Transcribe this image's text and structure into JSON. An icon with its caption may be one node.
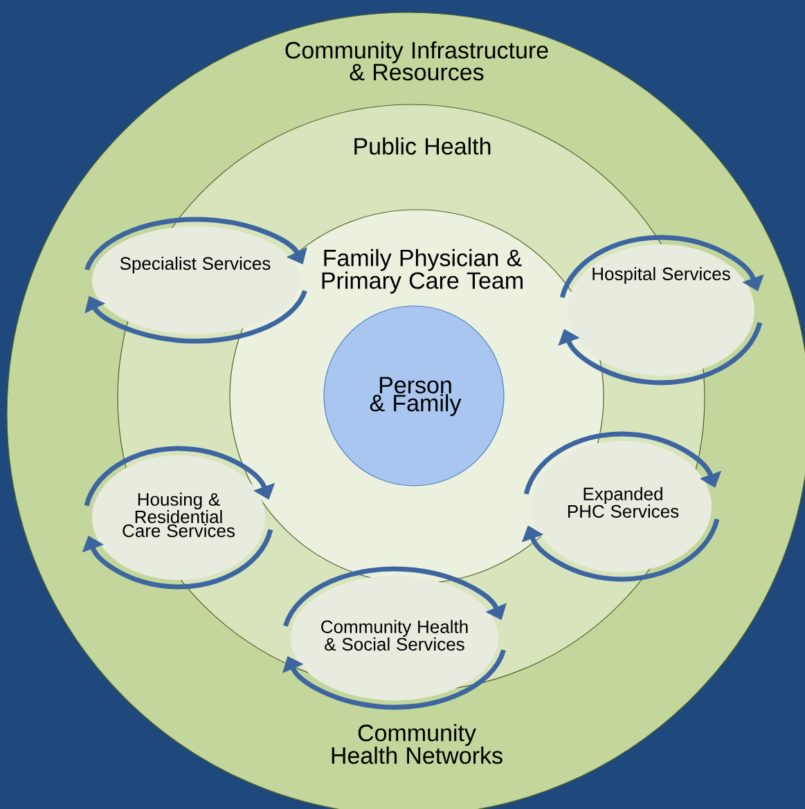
{
  "diagram": {
    "nodes": [
      {
        "text": [
          "Community Infrastructure & Resources",
          "Community Health Networks"
        ]
      },
      {
        "text": [
          "Public Health"
        ],
        "in": 0
      },
      {
        "text": [
          "Family Physician & Primary Care Team"
        ],
        "in": 1
      },
      {
        "text": [
          "Person & Family"
        ],
        "in": 2
      },
      {
        "text": [
          "Specialist Services"
        ],
        "in": 0
      },
      {
        "text": [
          "Hospital Services"
        ],
        "in": 0
      },
      {
        "text": [
          "Housing & Residential Care Services"
        ],
        "in": 0
      },
      {
        "text": [
          "Expanded PHC Services"
        ],
        "in": 1
      },
      {
        "text": [
          "Community Health & Social Services"
        ],
        "in": 0
      }
    ]
  }
}
